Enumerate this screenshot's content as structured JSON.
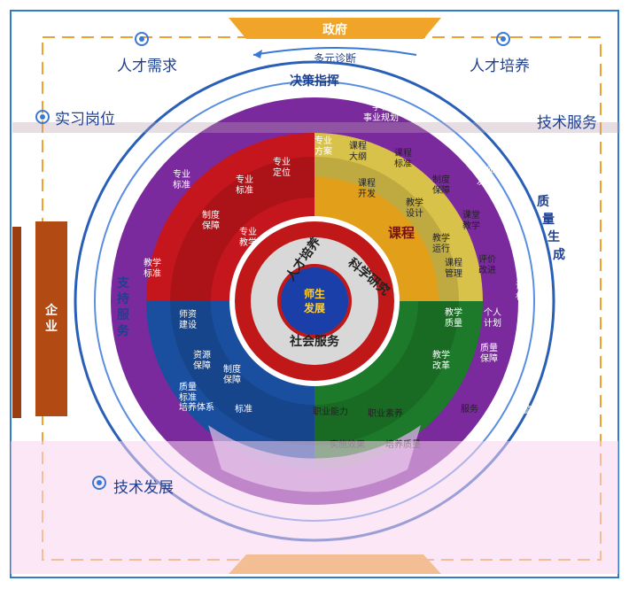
{
  "top_banner": "政府",
  "top_arc": "多元诊断",
  "decision": "决策指挥",
  "talent_demand": "人才需求",
  "talent_training": "人才培养",
  "internship": "实习岗位",
  "tech_service": "技术服务",
  "tech_develop": "技术发展",
  "enterprise": "企业",
  "quality": "质量生成",
  "support": "支持服务",
  "course_label": "课程",
  "center": "师生\n发展",
  "inner_ring": [
    "人才培养",
    "科学研究",
    "社会服务"
  ],
  "yellow_inner": [
    "教学设计",
    "教学运行",
    "课堂教学"
  ],
  "yellow_outer": [
    "课程大纲",
    "课程标准",
    "制度保障",
    "课程开发",
    "课程管理",
    "评价改进"
  ],
  "red_outer": [
    "专业方案",
    "专业定位",
    "专业标准",
    "制度保障",
    "专业教学"
  ],
  "green_outer": [
    "教学质量",
    "教学改革",
    "个人计划",
    "质量保障"
  ],
  "blue_outer": [
    "师资建设",
    "资源保障",
    "制度保障"
  ],
  "purple_ring_items": [
    "学校事业规划",
    "教师发展",
    "专业标准",
    "教学标准",
    "课程标准",
    "质量标准"
  ],
  "bottom_texts": [
    "职业能力",
    "实施效果",
    "培养质量",
    "职业素养",
    "服务"
  ],
  "bottom_left_items": [
    "培养体系",
    "标准"
  ],
  "bottom_right_item": "预警"
}
